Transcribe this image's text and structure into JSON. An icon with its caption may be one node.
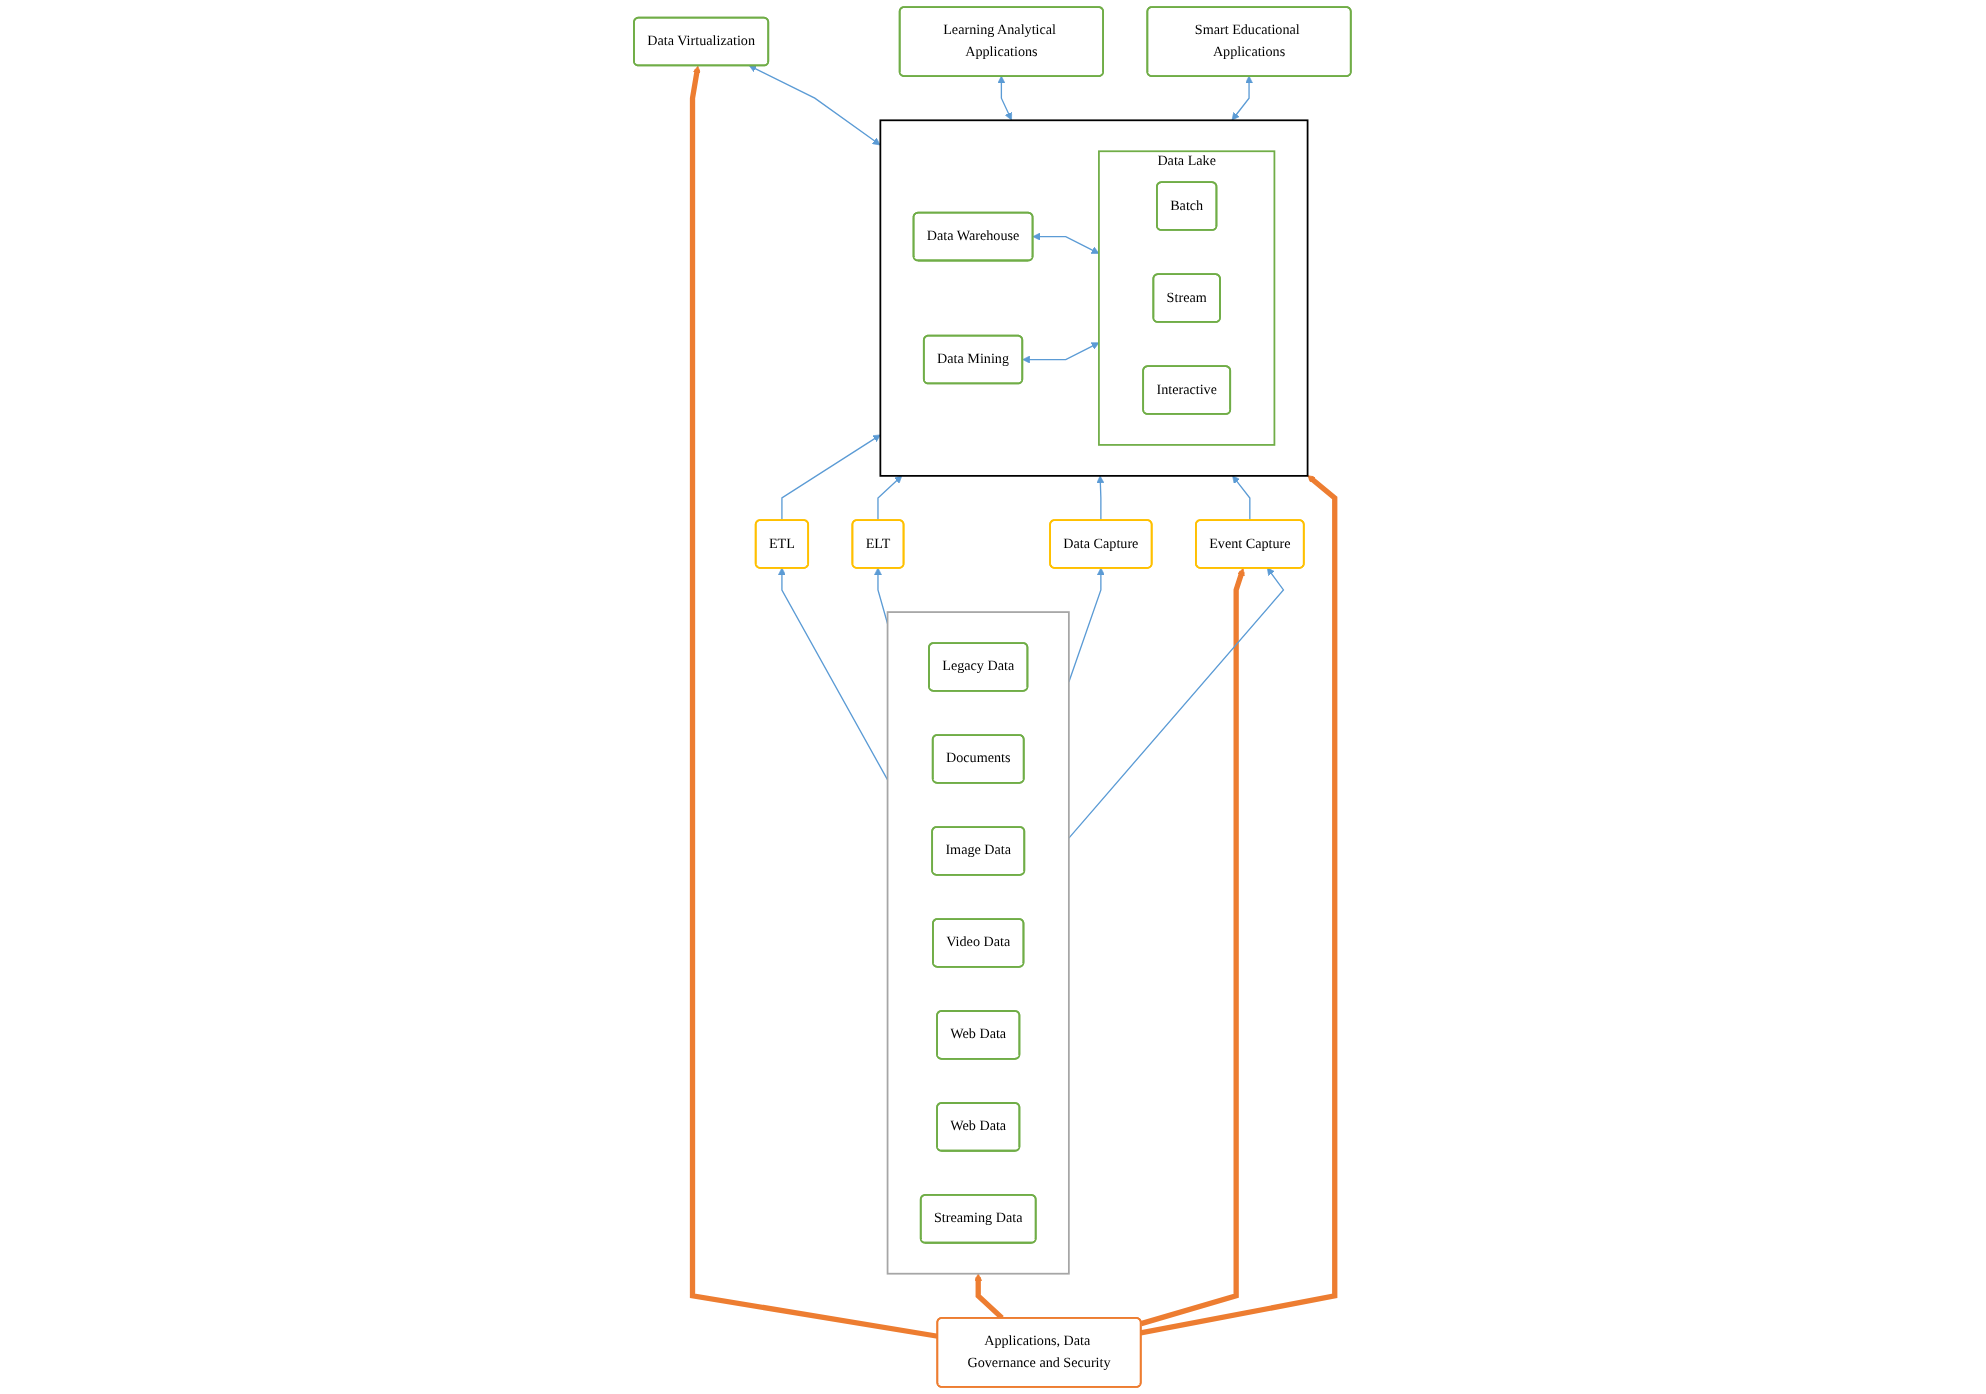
{
  "diagram": {
    "nodes": [
      {
        "text": [
          "Learning Analytical Applications"
        ]
      },
      {
        "text": [
          "Smart Educational Applications"
        ]
      },
      {
        "text": [
          "Data Virtualization"
        ]
      },
      {
        "text": [],
        "shape": "box"
      },
      {
        "text": [
          "Data Warehouse"
        ],
        "in": 3
      },
      {
        "text": [
          "Data Mining"
        ],
        "in": 3
      },
      {
        "text": [
          "Data Lake"
        ],
        "in": 3
      },
      {
        "text": [
          "Batch"
        ],
        "in": 6
      },
      {
        "text": [
          "Stream"
        ],
        "in": 6
      },
      {
        "text": [
          "Interactive"
        ],
        "in": 6
      },
      {
        "text": [
          "ETL"
        ]
      },
      {
        "text": [
          "ELT"
        ]
      },
      {
        "text": [
          "Data Capture"
        ]
      },
      {
        "text": [
          "Event Capture"
        ]
      },
      {
        "text": [],
        "shape": "box"
      },
      {
        "text": [
          "Legacy Data"
        ],
        "in": 14
      },
      {
        "text": [
          "Documents"
        ],
        "in": 14
      },
      {
        "text": [
          "Image Data"
        ],
        "in": 14
      },
      {
        "text": [
          "Video Data"
        ],
        "in": 14
      },
      {
        "text": [
          "Web Data"
        ],
        "in": 14
      },
      {
        "text": [
          "Web Data"
        ],
        "in": 14
      },
      {
        "text": [
          "Streaming Data"
        ],
        "in": 14
      },
      {
        "text": [
          "Applications, Data Governance and Security"
        ]
      }
    ],
    "edges": [
      {
        "from": 3,
        "to": 0,
        "arrow": "both"
      },
      {
        "from": 3,
        "to": 1,
        "arrow": "both"
      },
      {
        "from": 3,
        "to": 2,
        "arrow": "both"
      },
      {
        "from": 4,
        "to": 6,
        "arrow": "both"
      },
      {
        "from": 5,
        "to": 6,
        "arrow": "both"
      },
      {
        "from": 10,
        "to": 3,
        "arrow": "to"
      },
      {
        "from": 11,
        "to": 3,
        "arrow": "to"
      },
      {
        "from": 12,
        "to": 3,
        "arrow": "to"
      },
      {
        "from": 13,
        "to": 3,
        "arrow": "to"
      },
      {
        "from": 14,
        "to": 10,
        "arrow": "to"
      },
      {
        "from": 14,
        "to": 11,
        "arrow": "to"
      },
      {
        "from": 14,
        "to": 12,
        "arrow": "to"
      },
      {
        "from": 14,
        "to": 13,
        "arrow": "to"
      },
      {
        "from": 22,
        "to": 2,
        "arrow": "to",
        "style": "thick",
        "color": "#ed7d31"
      },
      {
        "from": 22,
        "to": 3,
        "arrow": "to",
        "style": "thick",
        "color": "#ed7d31"
      },
      {
        "from": 22,
        "to": 13,
        "arrow": "to",
        "style": "thick",
        "color": "#ed7d31"
      },
      {
        "from": 22,
        "to": 14,
        "arrow": "to",
        "style": "thick",
        "color": "#ed7d31"
      }
    ]
  }
}
